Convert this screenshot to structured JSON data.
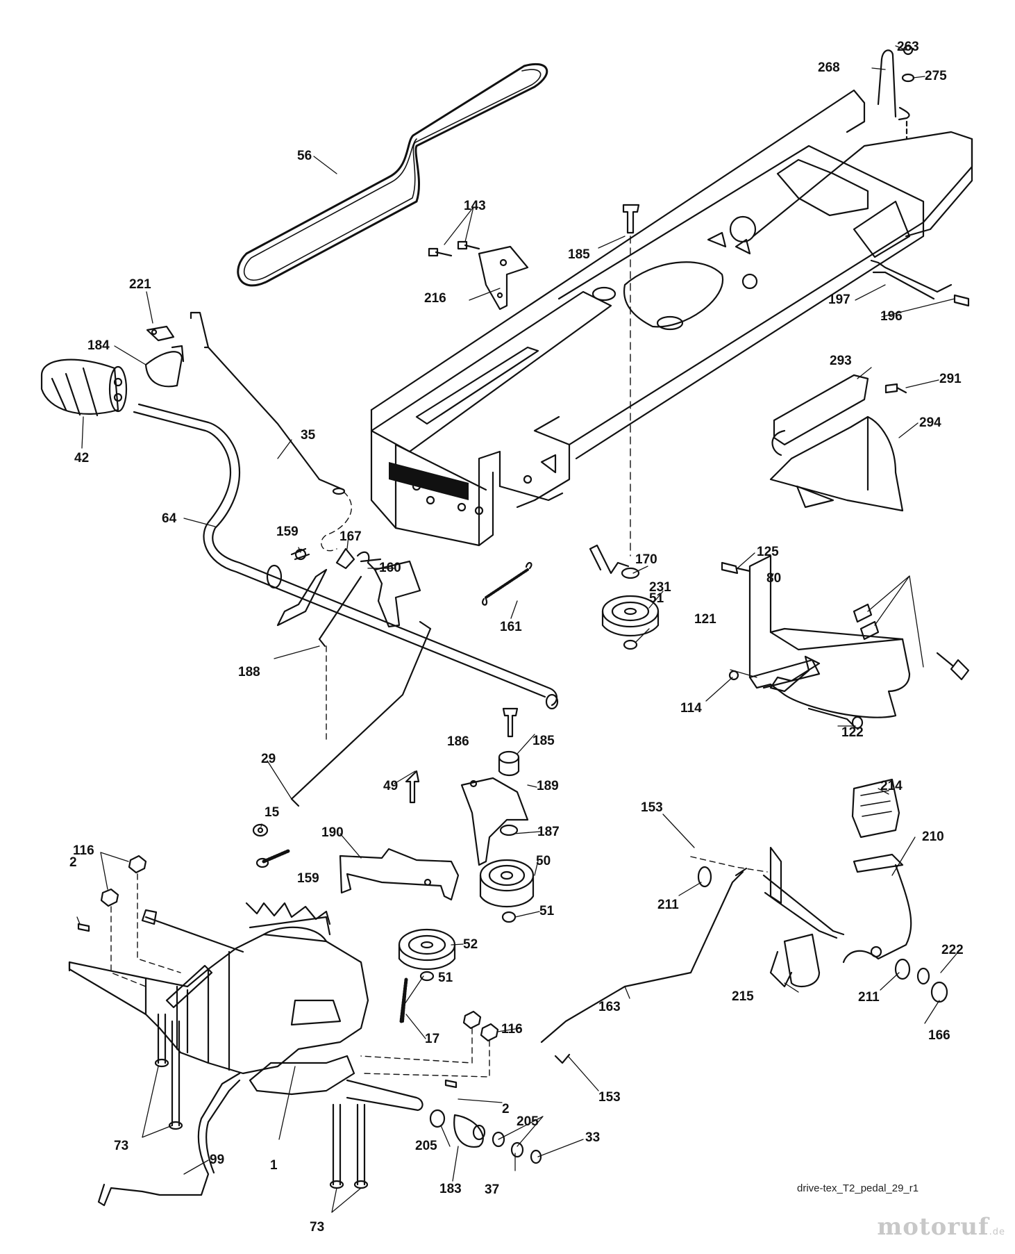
{
  "diagram": {
    "caption": "drive-tex_T2_pedal_29_r1",
    "watermark": {
      "name": "motoruf",
      "suffix": ".de"
    },
    "callouts": [
      "263",
      "268",
      "275",
      "56",
      "143",
      "185",
      "216",
      "221",
      "197",
      "196",
      "184",
      "42",
      "35",
      "293",
      "291",
      "294",
      "64",
      "159",
      "167",
      "160",
      "161",
      "170",
      "231",
      "125",
      "80",
      "188",
      "51",
      "121",
      "114",
      "122",
      "29",
      "185",
      "186",
      "189",
      "49",
      "15",
      "214",
      "153",
      "210",
      "116",
      "190",
      "187",
      "50",
      "159",
      "211",
      "51",
      "52",
      "2",
      "215",
      "222",
      "211",
      "51",
      "163",
      "166",
      "17",
      "116",
      "153",
      "2",
      "73",
      "99",
      "205",
      "205",
      "1",
      "33",
      "183",
      "37",
      "73"
    ]
  }
}
